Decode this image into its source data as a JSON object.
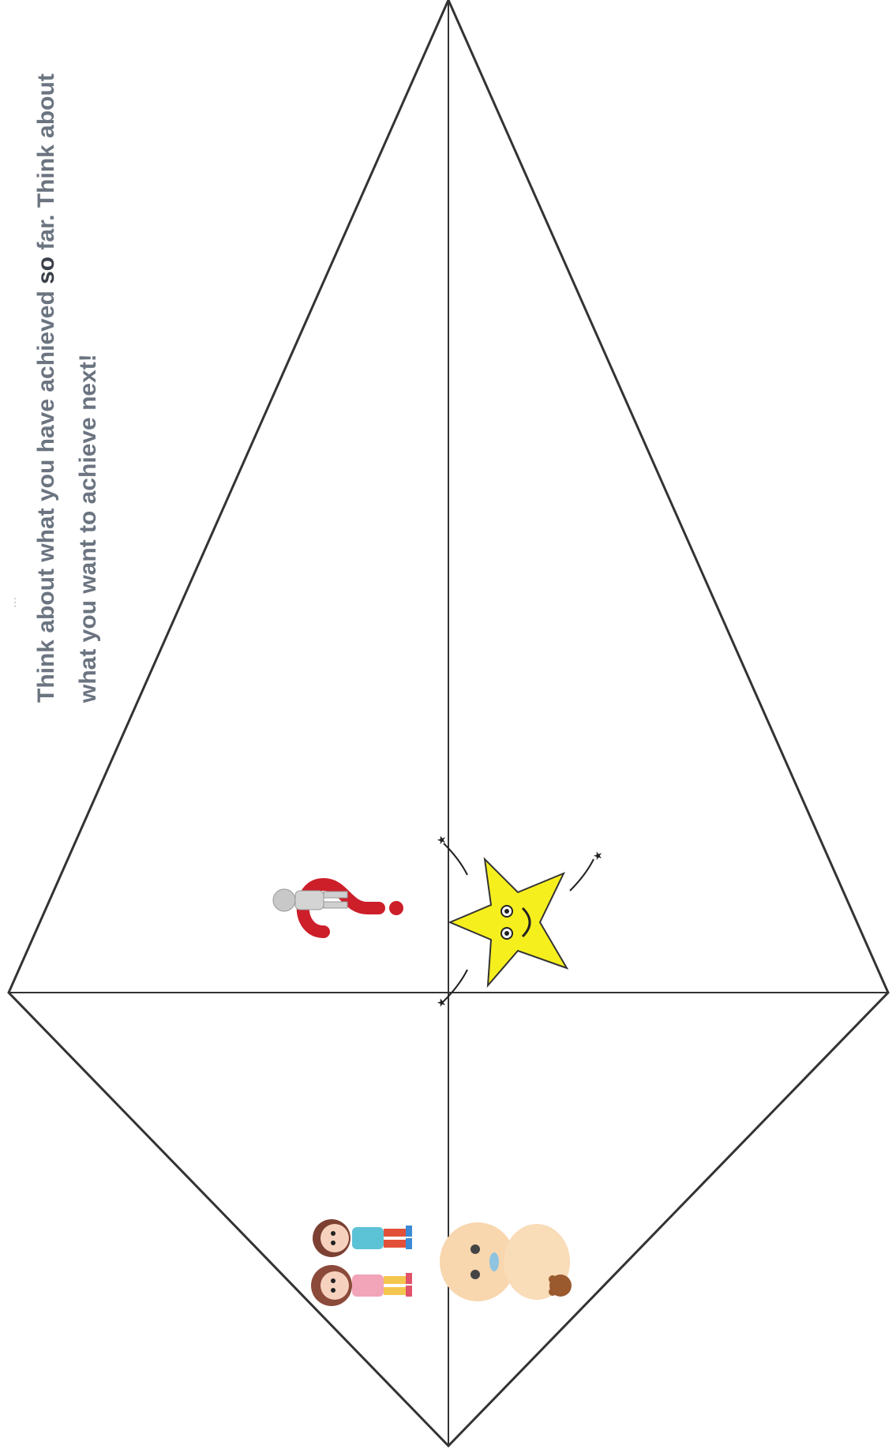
{
  "header": {
    "faint_line": "...",
    "instruction_line_1_a": "Think about what you have achieved ",
    "instruction_line_1_bold": "so",
    "instruction_line_1_b": " far. Think about",
    "instruction_line_2": "what you want to achieve next!"
  },
  "kite": {
    "stroke_color": "#333333",
    "fill_color": "#ffffff"
  },
  "icons": {
    "question": "question-mark-figure-icon",
    "star": "smiling-star-icon",
    "children": "two-children-icon",
    "baby": "baby-with-teddy-icon"
  },
  "colors": {
    "text": "#6b7480",
    "star_fill": "#f6ef1e",
    "question_red": "#cc1f2a"
  }
}
